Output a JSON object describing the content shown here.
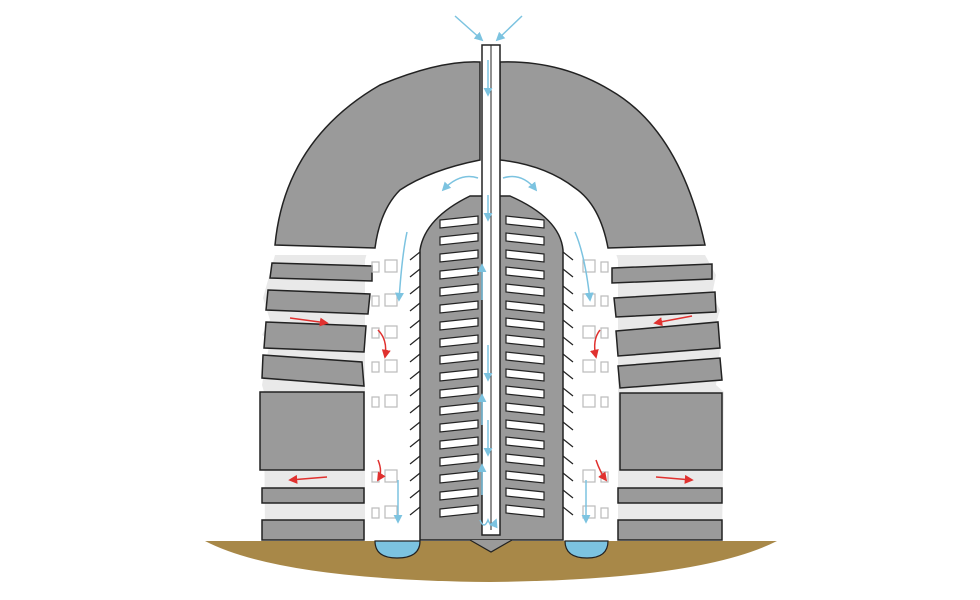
{
  "diagram": {
    "kind": "cross-section",
    "colors": {
      "background": "#ffffff",
      "wall": "#9a9a9a",
      "outline": "#222222",
      "chamber": "#e9e9e9",
      "ground": "#a88848",
      "cool_air": "#7cc3e0",
      "warm_air": "#e0312f",
      "water": "#7cc3e0",
      "vent_box": "#bbbbbb"
    },
    "icons": {
      "cool_air_arrow": "arrow-blue",
      "warm_air_arrow": "arrow-red",
      "water_pool": "pool"
    }
  }
}
